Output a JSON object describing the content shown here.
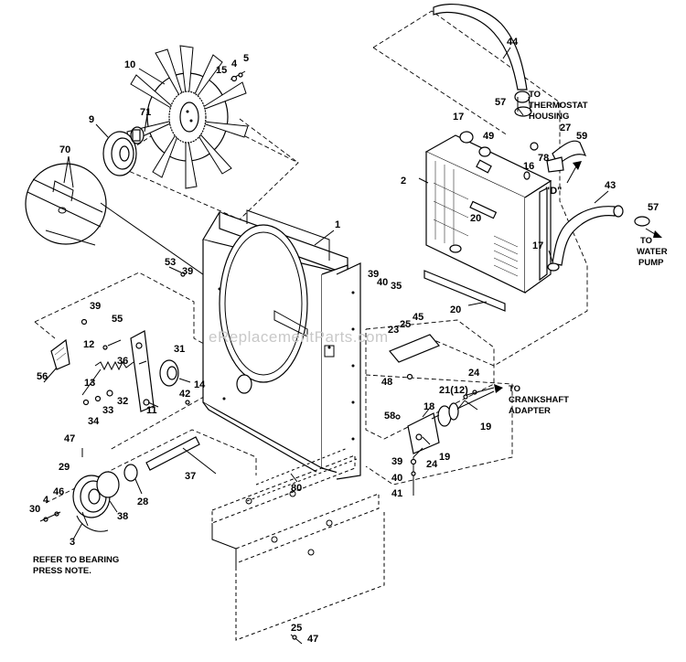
{
  "watermark": "eReplacementParts.com",
  "notes": {
    "thermostat": [
      "TO",
      "THERMOSTAT",
      "HOUSING"
    ],
    "water_pump": [
      "TO",
      "WATER",
      "PUMP"
    ],
    "crankshaft": [
      "TO",
      "CRANKSHAFT",
      "ADAPTER"
    ],
    "bearing": [
      "REFER TO BEARING",
      "PRESS NOTE."
    ],
    "detail_d": "\"D\""
  },
  "callouts": [
    "44",
    "10",
    "15",
    "4",
    "5",
    "57",
    "17",
    "49",
    "27",
    "59",
    "9",
    "71",
    "70",
    "16",
    "78",
    "2",
    "43",
    "20",
    "1",
    "57",
    "17",
    "53",
    "39",
    "39",
    "40",
    "35",
    "20",
    "45",
    "25",
    "23",
    "39",
    "55",
    "12",
    "31",
    "36",
    "56",
    "13",
    "32",
    "14",
    "42",
    "11",
    "34",
    "33",
    "48",
    "24",
    "21(12)",
    "18",
    "58",
    "19",
    "47",
    "19",
    "24",
    "29",
    "37",
    "39",
    "40",
    "28",
    "80",
    "46",
    "4",
    "30",
    "38",
    "41",
    "3",
    "25",
    "47"
  ]
}
